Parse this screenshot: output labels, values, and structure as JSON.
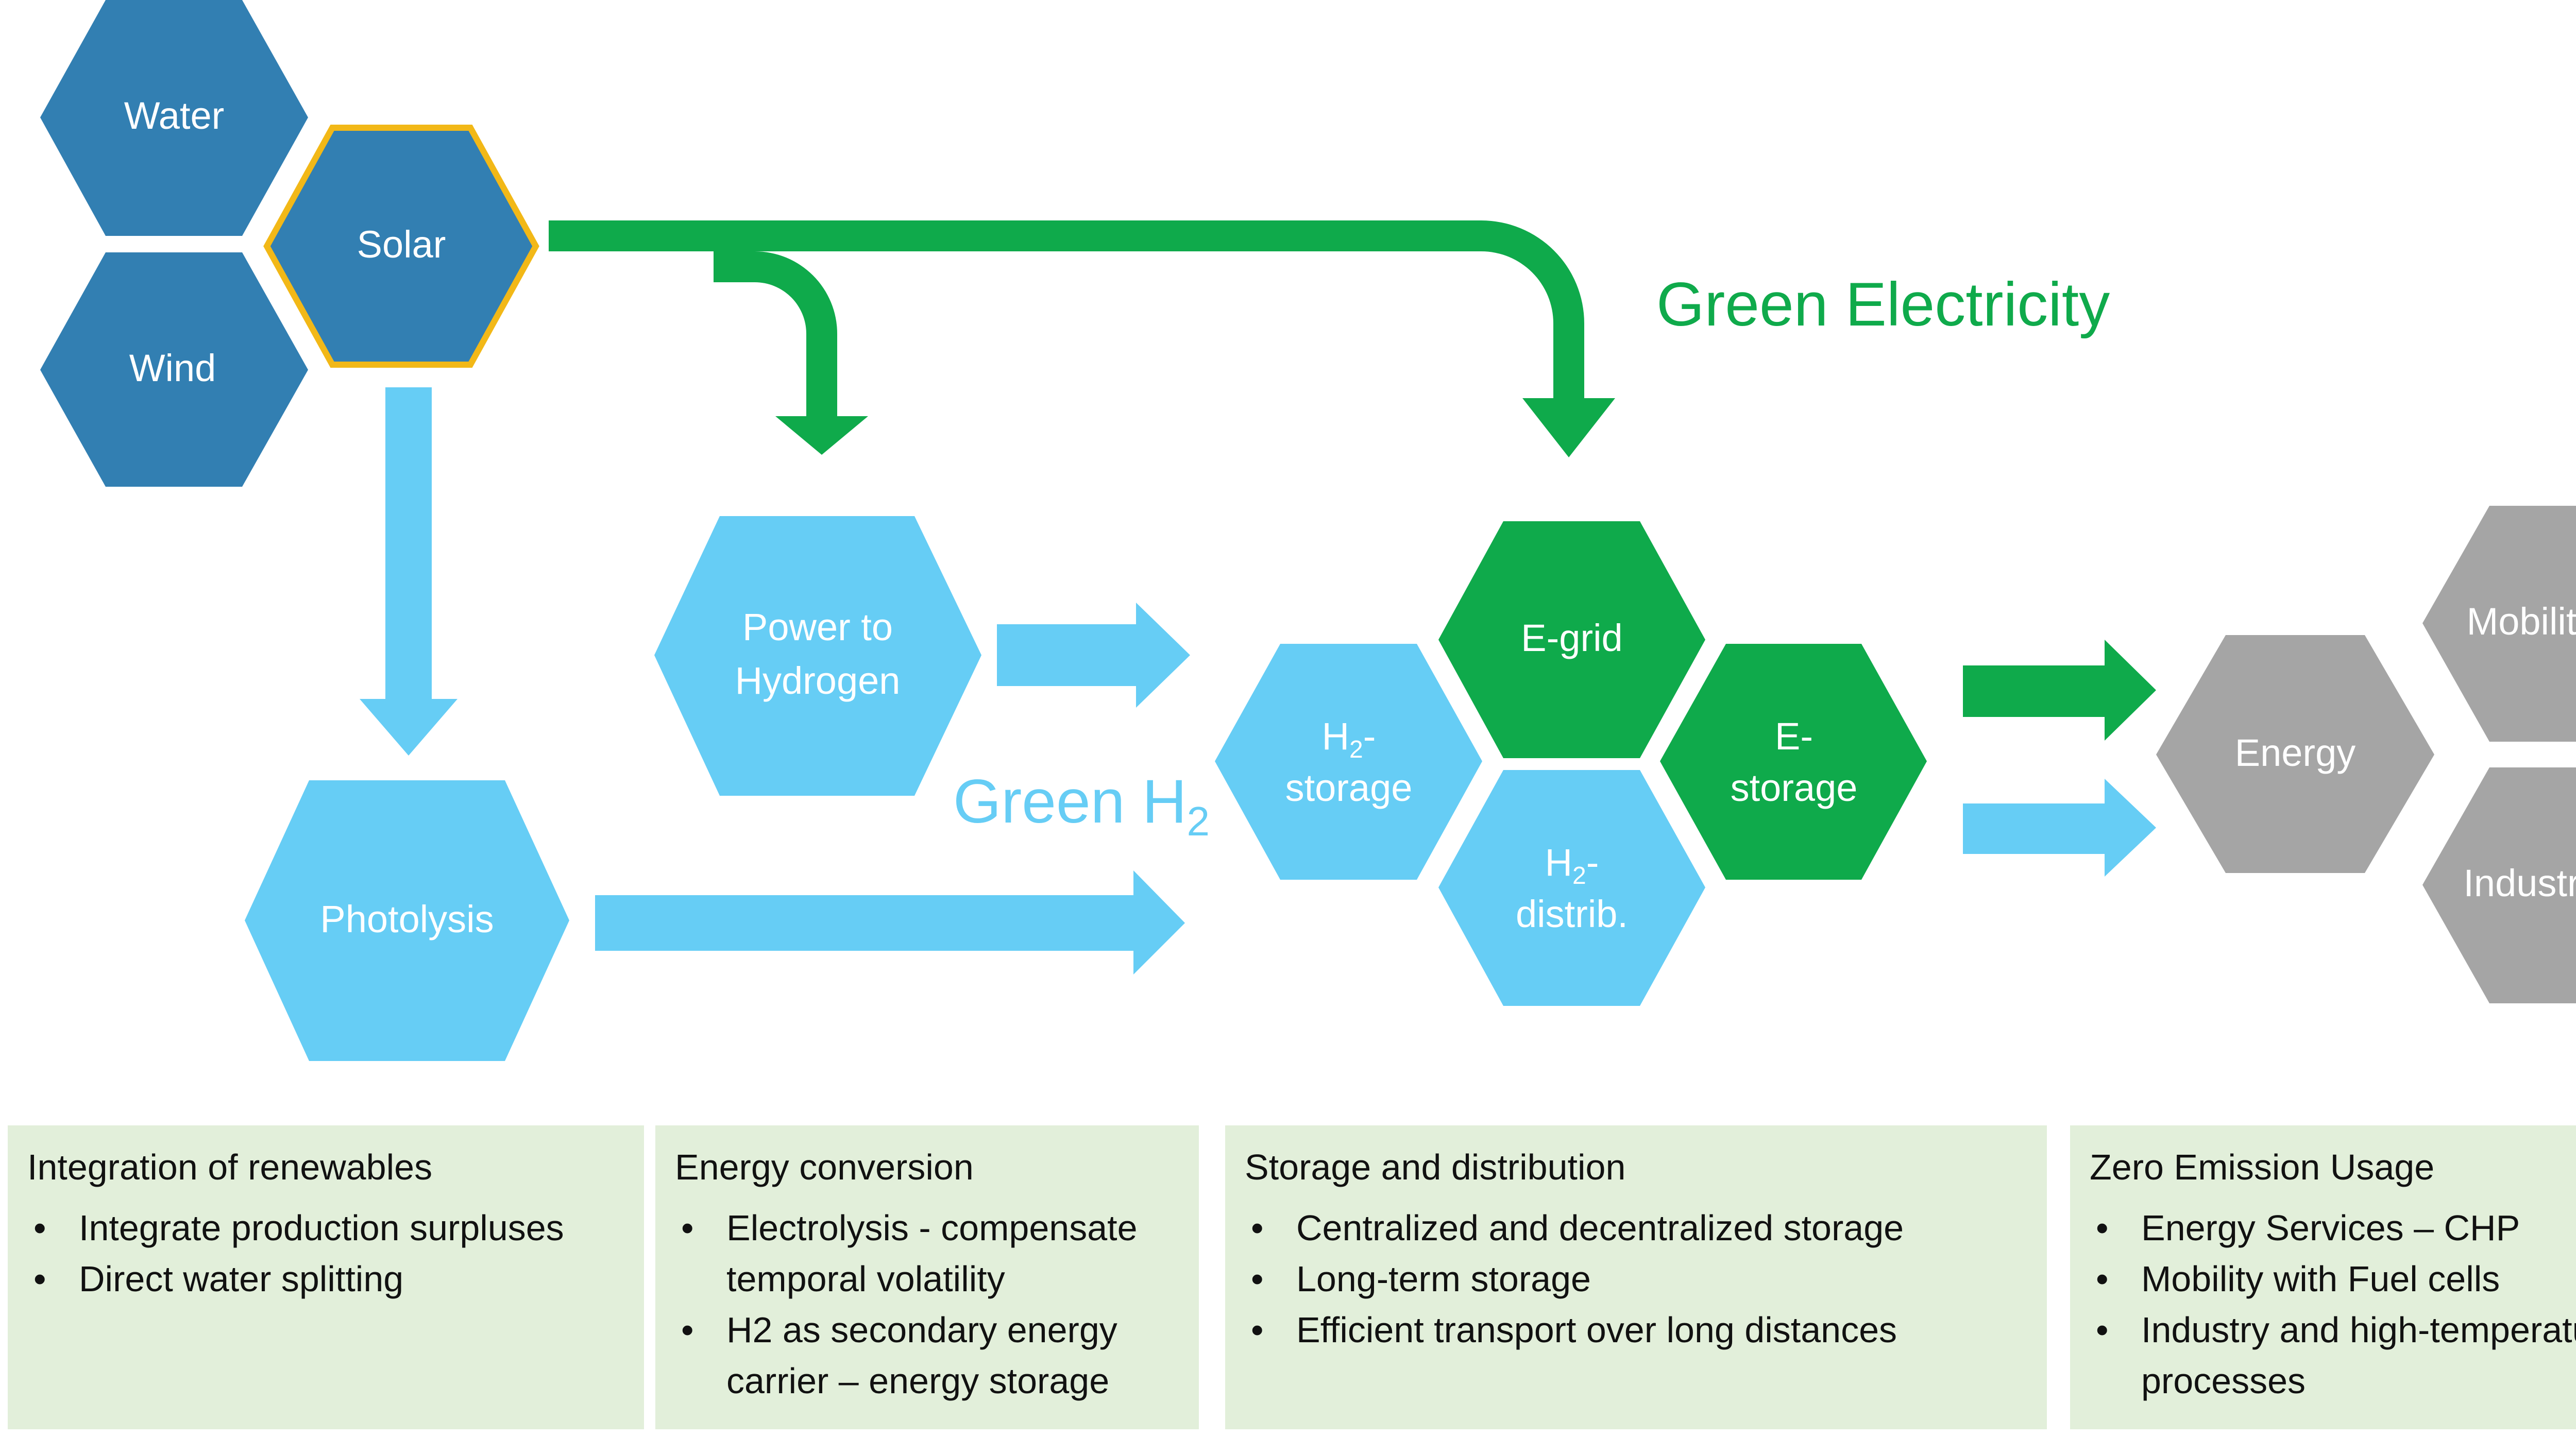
{
  "colors": {
    "source_blue": "#327fb2",
    "light_blue": "#66cdf5",
    "green": "#0faa4b",
    "gray": "#a5a5a5",
    "highlight": "#f2b817",
    "panel_bg": "#e2efda"
  },
  "nodes": {
    "water": "Water",
    "solar": "Solar",
    "wind": "Wind",
    "power_to_hydrogen": [
      "Power to",
      "Hydrogen"
    ],
    "photolysis": "Photolysis",
    "egrid": "E-grid",
    "h2_storage": [
      "H",
      "2",
      "-",
      "storage"
    ],
    "estorage": [
      "E-",
      "storage"
    ],
    "h2_distrib": [
      "H",
      "2",
      "-",
      "distrib."
    ],
    "energy": "Energy",
    "mobility": "Mobility",
    "industry": "Industry"
  },
  "labels": {
    "green_electricity": "Green Electricity",
    "green_h2_main": "Green H",
    "green_h2_sub": "2"
  },
  "panels": [
    {
      "title": "Integration of renewables",
      "items": [
        "Integrate production surpluses",
        "Direct water splitting"
      ]
    },
    {
      "title": "Energy conversion",
      "items": [
        "Electrolysis - compensate temporal volatility",
        "H2 as secondary energy carrier – energy storage"
      ]
    },
    {
      "title": "Storage and distribution",
      "items": [
        "Centralized and decentralized storage",
        "Long-term storage",
        "Efficient transport over long distances"
      ]
    },
    {
      "title": "Zero Emission Usage",
      "items": [
        "Energy Services – CHP",
        "Mobility with Fuel cells",
        "Industry and high-temperature processes"
      ]
    }
  ]
}
